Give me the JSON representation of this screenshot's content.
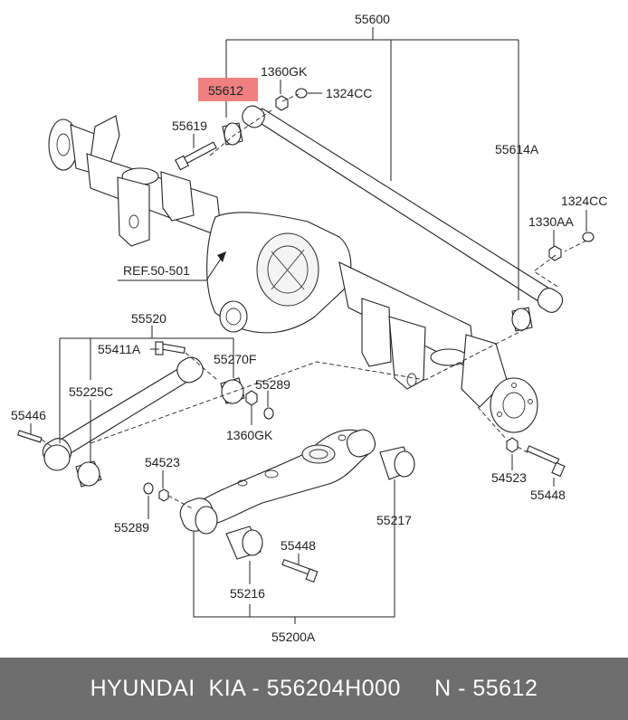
{
  "labels": {
    "l55600": "55600",
    "l1360GK_top": "1360GK",
    "l55612": "55612",
    "l1324CC_top": "1324CC",
    "l55619": "55619",
    "l55614A": "55614A",
    "l1324CC_right": "1324CC",
    "l1330AA": "1330AA",
    "ref": "REF.50-501",
    "l55520": "55520",
    "l55411A": "55411A",
    "l55270F": "55270F",
    "l55289_mid": "55289",
    "l55225C": "55225C",
    "l55446": "55446",
    "l1360GK_mid": "1360GK",
    "l54523_left": "54523",
    "l54523_right": "54523",
    "l55448_right": "55448",
    "l55289_left": "55289",
    "l55217": "55217",
    "l55448_bottom": "55448",
    "l55216": "55216",
    "l55200A": "55200A"
  },
  "highlight_color": "#f08080",
  "footer": {
    "text": "HYUNDAI  KIA - 556204H000     N - 55612"
  }
}
